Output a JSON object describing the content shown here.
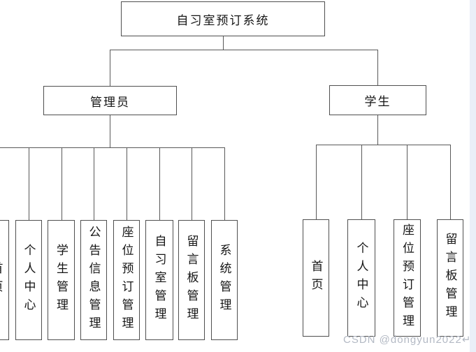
{
  "diagram": {
    "root": {
      "label": "自习室预订系统"
    },
    "branches": [
      {
        "label": "管理员",
        "children": [
          "首页",
          "个人中心",
          "学生管理",
          "公告信息管理",
          "座位预订管理",
          "自习室管理",
          "留言板管理",
          "系统管理"
        ]
      },
      {
        "label": "学生",
        "children": [
          "首页",
          "个人中心",
          "座位预订管理",
          "留言板管理"
        ]
      }
    ]
  },
  "colors": {
    "line": "#595959",
    "box_border": "#4f4f4f",
    "background": "#ffffff",
    "edge_strip": "#eaeff8",
    "watermark": "#b3b9c4"
  },
  "watermark": "CSDN @dongyun2022↵"
}
